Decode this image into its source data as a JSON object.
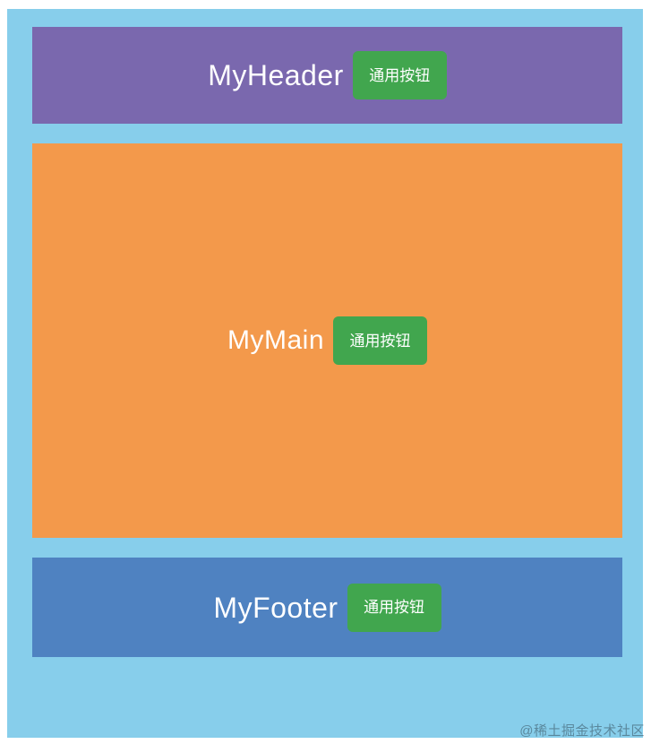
{
  "page": {
    "outer_background_color": "#ffffff",
    "canvas_background_color": "#87CEEB"
  },
  "sections": [
    {
      "id": "header",
      "title": "MyHeader",
      "background_color": "#7A68AE",
      "button_label": "通用按钮"
    },
    {
      "id": "main",
      "title": "MyMain",
      "background_color": "#F3994B",
      "button_label": "通用按钮"
    },
    {
      "id": "footer",
      "title": "MyFooter",
      "background_color": "#4F82C1",
      "button_label": "通用按钮"
    }
  ],
  "button": {
    "background_color": "#41A64E",
    "text_color": "#ffffff"
  },
  "watermark": {
    "text": "@稀土掘金技术社区"
  }
}
